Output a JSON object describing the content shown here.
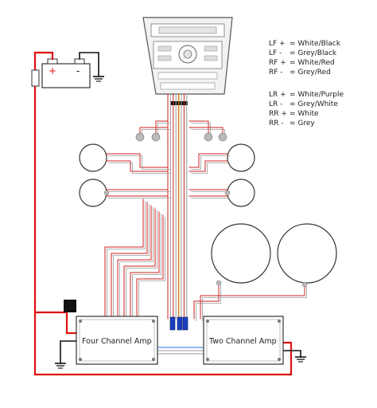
{
  "legend": {
    "front": [
      {
        "code": "LF +",
        "color": "= White/Black"
      },
      {
        "code": "LF -",
        "color": "= Grey/Black"
      },
      {
        "code": "RF +",
        "color": "= White/Red"
      },
      {
        "code": "RF -",
        "color": "= Grey/Red"
      }
    ],
    "rear": [
      {
        "code": "LR +",
        "color": "= White/Purple"
      },
      {
        "code": "LR -",
        "color": "= Grey/White"
      },
      {
        "code": "RR +",
        "color": "= White"
      },
      {
        "code": "RR -",
        "color": "= Grey"
      }
    ]
  },
  "amplifiers": {
    "four_channel": "Four Channel Amp",
    "two_channel": "Two Channel Amp"
  },
  "battery": {
    "positive_symbol": "+",
    "negative_symbol": "-"
  },
  "colors": {
    "power_wire": "#e01010",
    "ground_wire": "#111111",
    "speaker_wire": "#cc2222",
    "fuse": "#111111",
    "connector": "#1a3fbf"
  }
}
